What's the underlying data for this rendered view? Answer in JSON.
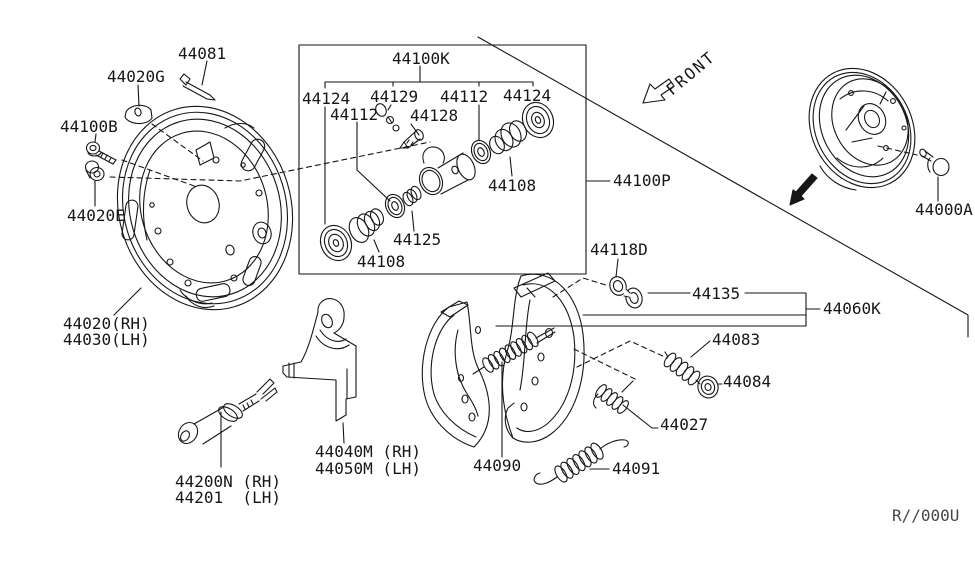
{
  "front_indicator": "FRONT",
  "drawing_code": "R//000U",
  "part_labels": {
    "b44081": "44081",
    "b44020G": "44020G",
    "b44100B": "44100B",
    "b44020E": "44020E",
    "b44100K": "44100K",
    "b44124L": "44124",
    "b44129": "44129",
    "b44112T": "44112",
    "b44124R": "44124",
    "b44112M": "44112",
    "b44128": "44128",
    "b44108R": "44108",
    "b44125": "44125",
    "b44108B": "44108",
    "b44100P": "44100P",
    "b44000A": "44000A",
    "b44118D": "44118D",
    "b44135": "44135",
    "b44060K": "44060K",
    "b44020RH": "44020(RH)",
    "b44030LH": "44030(LH)",
    "b44083": "44083",
    "b44084": "44084",
    "b44027": "44027",
    "b44040M": "44040M (RH)",
    "b44050M": "44050M (LH)",
    "b44090": "44090",
    "b44091": "44091",
    "b44200N": "44200N (RH)",
    "b44201": "44201  (LH)"
  }
}
